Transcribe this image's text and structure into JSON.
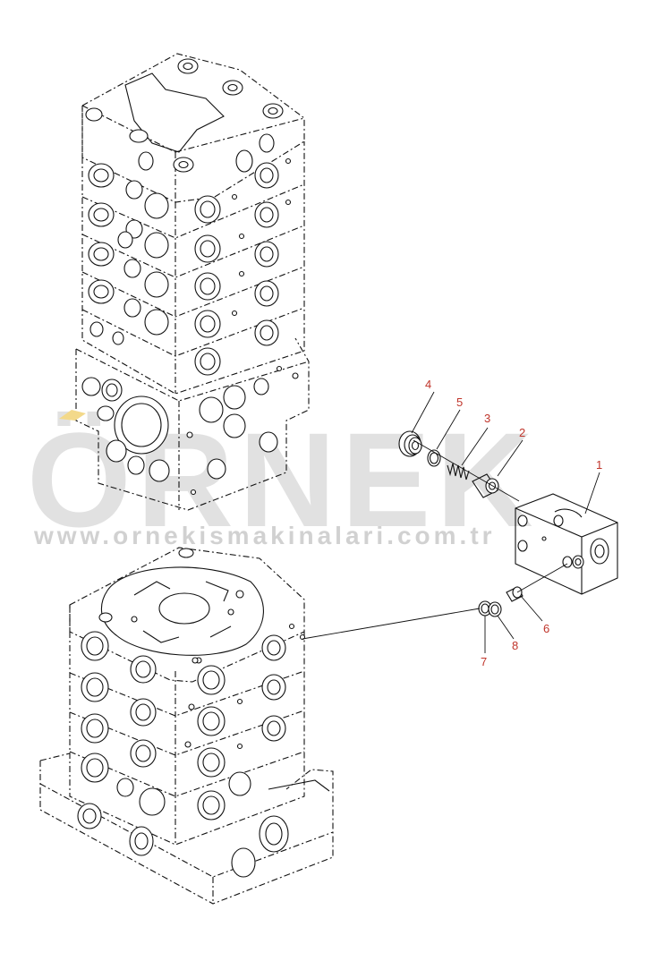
{
  "watermark": {
    "logo_text": "ÖRNEK",
    "url_text": "www.ornekismakinalari.com.tr"
  },
  "callouts": [
    "1",
    "2",
    "3",
    "4",
    "5",
    "6",
    "7",
    "8"
  ]
}
